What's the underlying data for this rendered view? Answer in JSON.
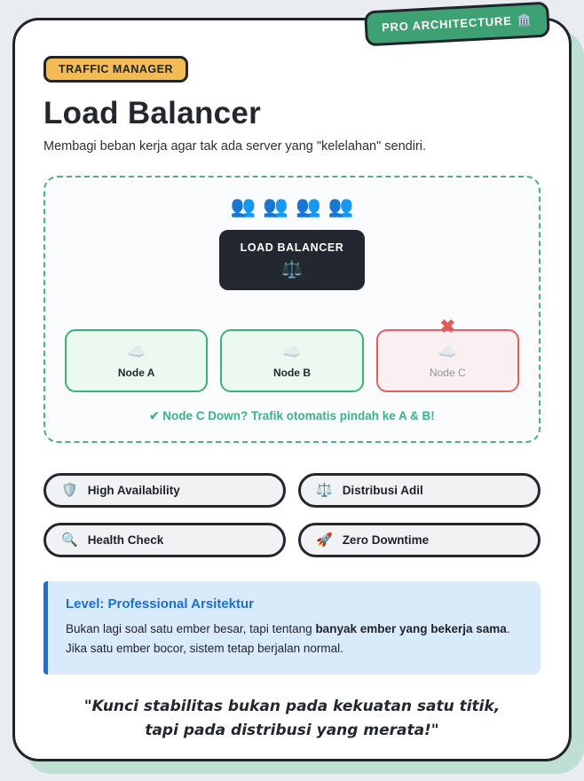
{
  "pro_badge": {
    "label": "PRO ARCHITECTURE",
    "icon": "🏛️"
  },
  "header": {
    "tag": "TRAFFIC MANAGER",
    "title": "Load Balancer",
    "subtitle": "Membagi beban kerja agar tak ada server yang \"kelelahan\" sendiri."
  },
  "diagram": {
    "users_icon": "👥",
    "balancer": {
      "label": "LOAD BALANCER",
      "icon": "⚖️"
    },
    "nodes": [
      {
        "label": "Node A",
        "icon": "☁️",
        "status": "up"
      },
      {
        "label": "Node B",
        "icon": "☁️",
        "status": "up"
      },
      {
        "label": "Node C",
        "icon": "☁️",
        "status": "down",
        "down_icon": "✖"
      }
    ],
    "status_note": "✔ Node C Down? Trafik otomatis pindah ke A & B!"
  },
  "features": [
    {
      "icon": "🛡️",
      "label": "High Availability"
    },
    {
      "icon": "⚖️",
      "label": "Distribusi Adil"
    },
    {
      "icon": "🔍",
      "label": "Health Check"
    },
    {
      "icon": "🚀",
      "label": "Zero Downtime"
    }
  ],
  "level_box": {
    "title": "Level: Professional Arsitektur",
    "body_prefix": "Bukan lagi soal satu ember besar, tapi tentang ",
    "body_bold": "banyak ember yang bekerja sama",
    "body_suffix": ". Jika satu ember bocor, sistem tetap berjalan normal."
  },
  "quote": {
    "line1": "\"Kunci stabilitas bukan pada kekuatan satu titik,",
    "line2": "tapi pada distribusi yang merata!\""
  },
  "colors": {
    "accent_green": "#3da173",
    "badge_yellow": "#f2bb55",
    "node_up_border": "#3fae77",
    "node_down_border": "#e06063",
    "status_green": "#3cb287",
    "info_blue": "#1a6fd1",
    "shadow_mint": "#bfdfd4",
    "ink": "#20242c"
  }
}
